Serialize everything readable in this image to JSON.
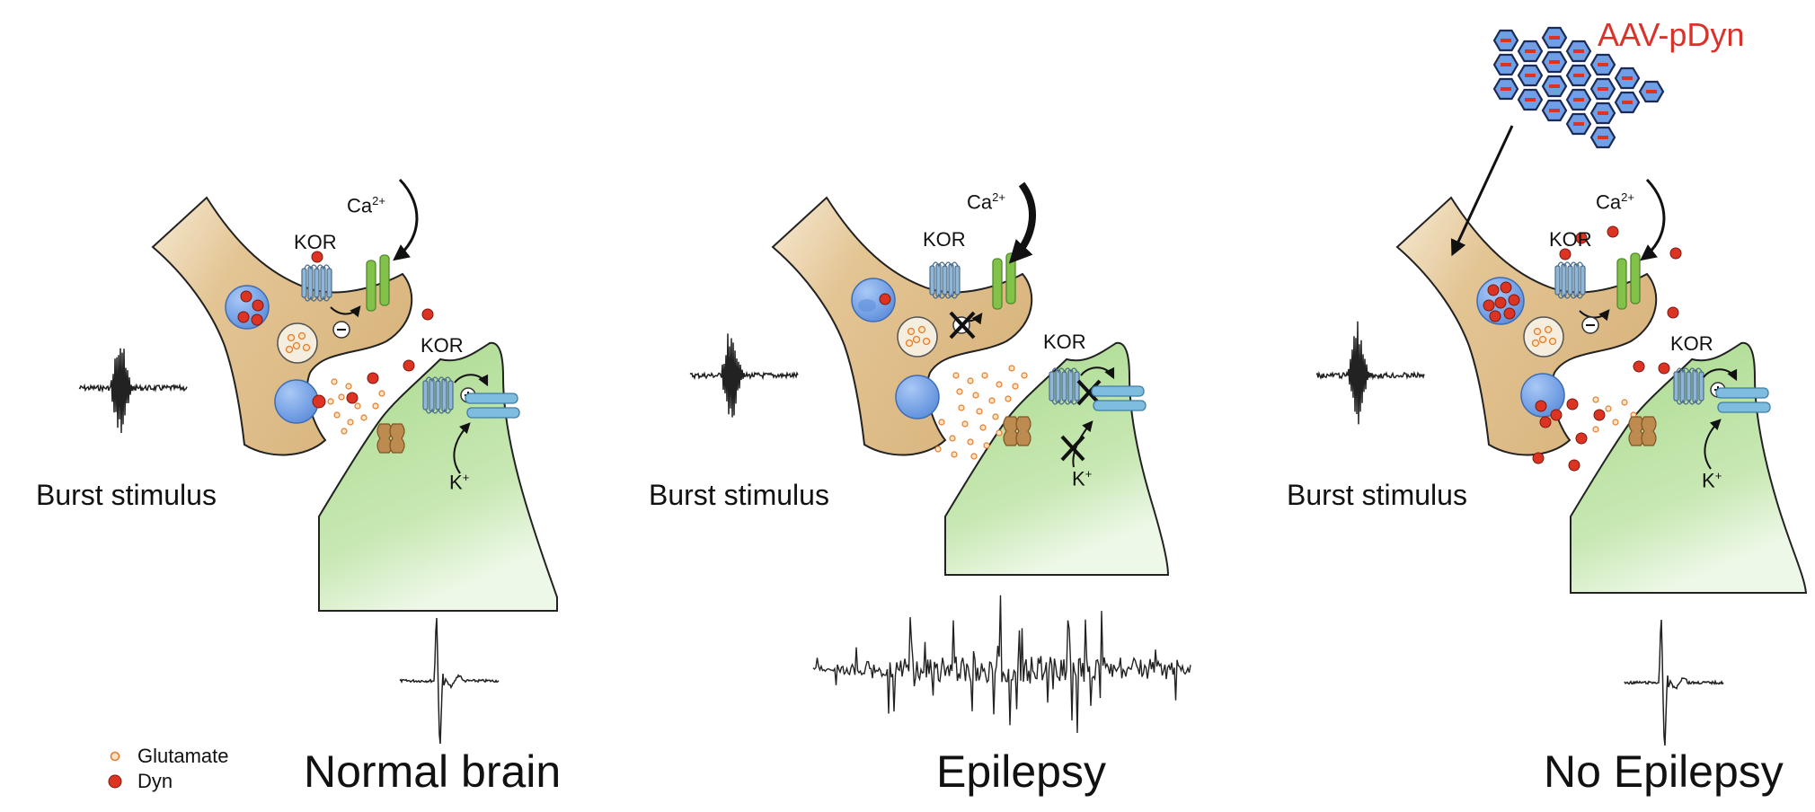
{
  "panels": [
    {
      "id": "normal",
      "stimulus_label": "Burst stimulus",
      "calcium_label": "Ca",
      "calcium_charge": "2+",
      "kor_pre_label": "KOR",
      "kor_post_label": "KOR",
      "potassium_label": "K",
      "potassium_charge": "+",
      "caption": "Normal brain"
    },
    {
      "id": "epilepsy",
      "stimulus_label": "Burst stimulus",
      "calcium_label": "Ca",
      "calcium_charge": "2+",
      "kor_pre_label": "KOR",
      "kor_post_label": "KOR",
      "potassium_label": "K",
      "potassium_charge": "+",
      "caption": "Epilepsy"
    },
    {
      "id": "no-epilepsy",
      "stimulus_label": "Burst stimulus",
      "calcium_label": "Ca",
      "calcium_charge": "2+",
      "kor_pre_label": "KOR",
      "kor_post_label": "KOR",
      "potassium_label": "K",
      "potassium_charge": "+",
      "caption": "No Epilepsy"
    }
  ],
  "legend": {
    "glutamate": "Glutamate",
    "dyn": "Dyn"
  },
  "vector_label": "AAV-pDyn",
  "colors": {
    "presynaptic": "#e0c08e",
    "postsynaptic": "#b6df9e",
    "vesicle": "#6f9fe6",
    "dynorphin": "#dd3323",
    "glutamate": "#f19a4a",
    "receptor": "#7aa7c8",
    "calcium_channel": "#7fc048",
    "potassium_channel": "#78b5d8",
    "ampa": "#b8874e",
    "vector_label": "#d8322b"
  }
}
